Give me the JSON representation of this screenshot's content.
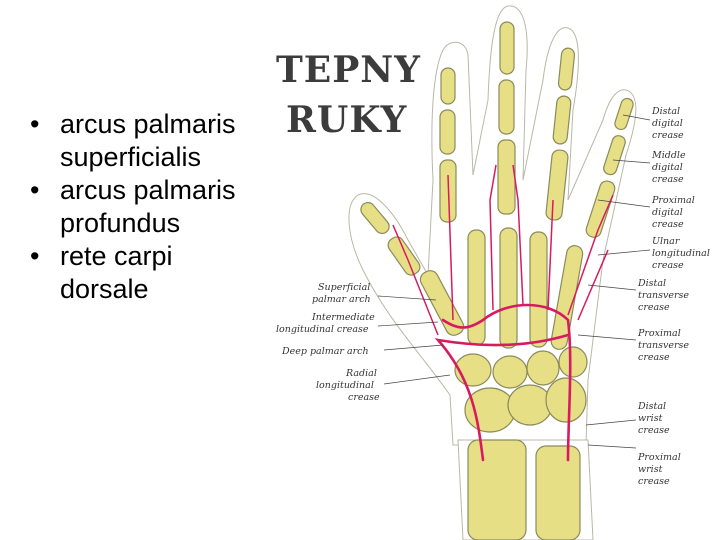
{
  "slide": {
    "bullets": [
      "arcus palmaris superficialis",
      "arcus palmaris profundus",
      "rete carpi dorsale"
    ]
  },
  "figure": {
    "title_line1": "TEPNY",
    "title_line2": "RUKY",
    "labels_right": [
      [
        "Distal",
        "digital",
        "crease"
      ],
      [
        "Middle",
        "digital",
        "crease"
      ],
      [
        "Proximal",
        "digital",
        "crease"
      ],
      [
        "Ulnar",
        "longitudinal",
        "crease"
      ],
      [
        "Distal",
        "transverse",
        "crease"
      ],
      [
        "Proximal",
        "transverse",
        "crease"
      ],
      [
        "Distal",
        "wrist",
        "crease"
      ],
      [
        "Proximal",
        "wrist",
        "crease"
      ]
    ],
    "labels_left": [
      [
        "Superficial",
        "palmar arch"
      ],
      [
        "Intermediate",
        "longitudinal crease"
      ],
      [
        "Deep palmar arch"
      ],
      [
        "Radial",
        "longitudinal",
        "crease"
      ]
    ]
  },
  "colors": {
    "artery": "#d81b60",
    "bone": "#e7df86",
    "text": "#000000"
  }
}
